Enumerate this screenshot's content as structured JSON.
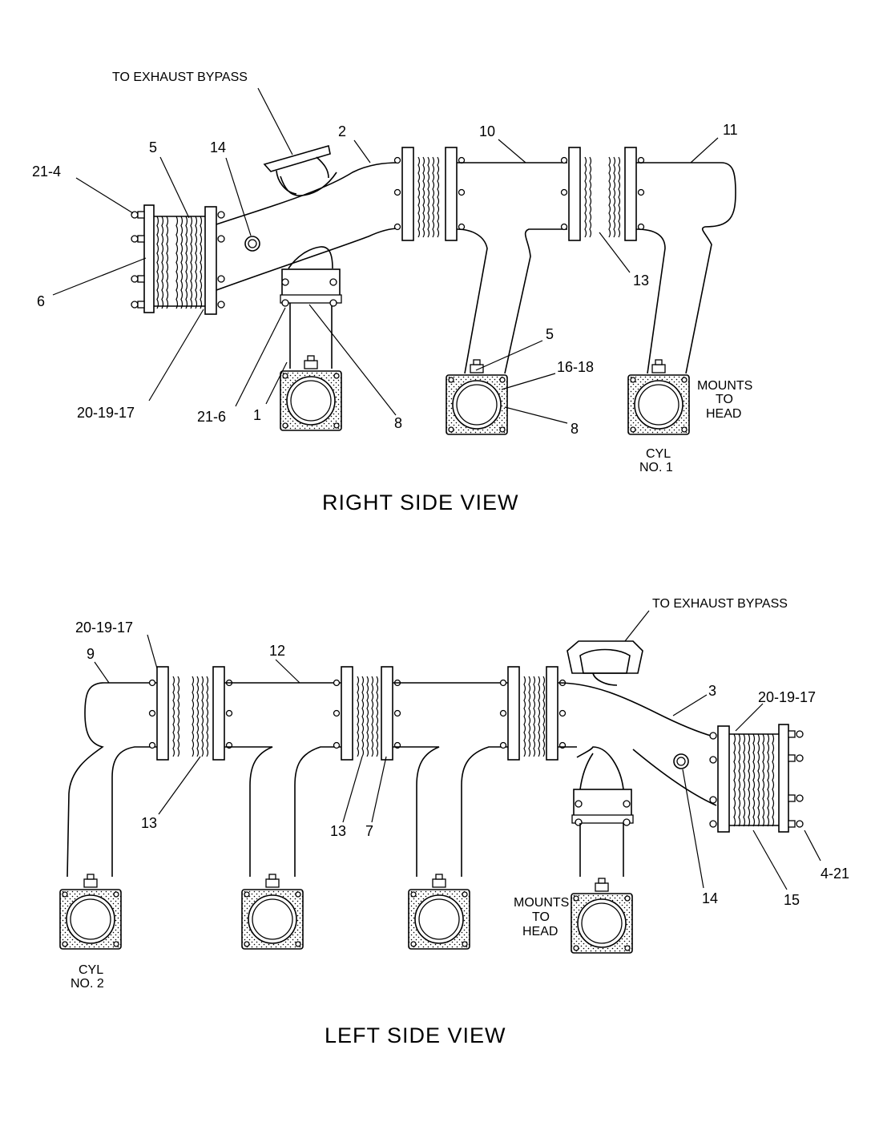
{
  "views": {
    "right": {
      "title": "RIGHT SIDE VIEW",
      "bypass_label": "TO EXHAUST BYPASS",
      "mounts_label": [
        "MOUNTS",
        "TO",
        "HEAD"
      ],
      "cyl_label": [
        "CYL",
        "NO. 1"
      ],
      "callouts": {
        "c21_4": "21-4",
        "c5a": "5",
        "c14": "14",
        "c2": "2",
        "c10": "10",
        "c11": "11",
        "c6": "6",
        "c13": "13",
        "c5b": "5",
        "c16_18": "16-18",
        "c20_19_17": "20-19-17",
        "c21_6": "21-6",
        "c1": "1",
        "c8a": "8",
        "c8b": "8"
      }
    },
    "left": {
      "title": "LEFT SIDE VIEW",
      "bypass_label": "TO EXHAUST BYPASS",
      "mounts_label": [
        "MOUNTS",
        "TO",
        "HEAD"
      ],
      "cyl_label": [
        "CYL",
        "NO. 2"
      ],
      "callouts": {
        "c20_19_17a": "20-19-17",
        "c9": "9",
        "c12": "12",
        "c3": "3",
        "c20_19_17b": "20-19-17",
        "c13a": "13",
        "c13b": "13",
        "c7": "7",
        "c14": "14",
        "c15": "15",
        "c4_21": "4-21"
      }
    }
  }
}
